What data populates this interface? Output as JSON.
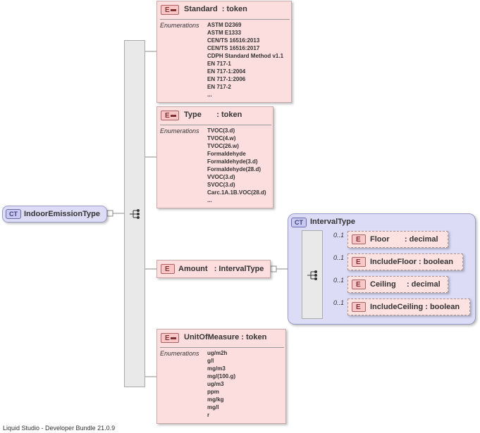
{
  "root": {
    "badge": "CT",
    "name": "IndoorEmissionType"
  },
  "standard": {
    "badge": "E",
    "title": "Standard  : token",
    "enum_label": "Enumerations",
    "values": [
      "ASTM D2369",
      "ASTM E1333",
      "CEN/TS 16516:2013",
      "CEN/TS 16516:2017",
      "CDPH Standard Method v1.1",
      "EN 717-1",
      "EN 717-1:2004",
      "EN 717-1:2006",
      "EN 717-2",
      "..."
    ]
  },
  "type": {
    "badge": "E",
    "title": "Type       : token",
    "enum_label": "Enumerations",
    "values": [
      "TVOC(3.d)",
      "TVOC(4.w)",
      "TVOC(26.w)",
      "Formaldehyde",
      "Formaldehyde(3.d)",
      "Formaldehyde(28.d)",
      "VVOC(3.d)",
      "SVOC(3.d)",
      "Carc.1A.1B.VOC(28.d)",
      "..."
    ]
  },
  "amount": {
    "badge": "E",
    "title": "Amount   : IntervalType"
  },
  "interval": {
    "badge": "CT",
    "name": "IntervalType",
    "children": [
      {
        "occ": "0..1",
        "badge": "E",
        "title": "Floor       : decimal"
      },
      {
        "occ": "0..1",
        "badge": "E",
        "title": "IncludeFloor : boolean"
      },
      {
        "occ": "0..1",
        "badge": "E",
        "title": "Ceiling     : decimal"
      },
      {
        "occ": "0..1",
        "badge": "E",
        "title": "IncludeCeiling : boolean"
      }
    ]
  },
  "unit": {
    "badge": "E",
    "title": "UnitOfMeasure : token",
    "enum_label": "Enumerations",
    "values": [
      "ug/m2h",
      "g/l",
      "mg/m3",
      "mg/(100.g)",
      "ug/m3",
      "ppm",
      "mg/kg",
      "mg/l",
      "r"
    ]
  },
  "footer": "Liquid Studio - Developer Bundle 21.0.9",
  "colors": {
    "element_fill": "#fddede",
    "complex_type_fill": "#dcdcf7",
    "sequence_fill": "#e9e9e9"
  },
  "icons": {
    "sequence": "sequence-compositor-icon",
    "element": "element-icon",
    "complex_type": "complex-type-icon"
  }
}
